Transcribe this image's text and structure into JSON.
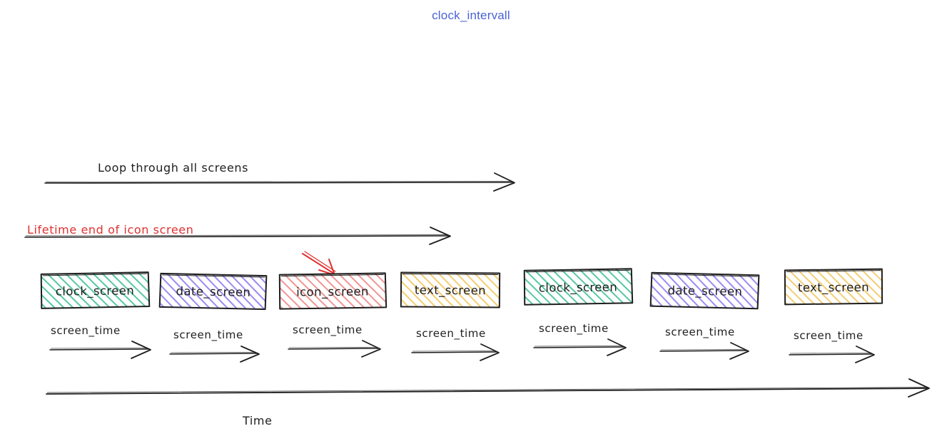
{
  "title": "clock_intervall",
  "title_color": "#4a62d8",
  "annotations": [
    {
      "text": "Loop through all screens",
      "color": "#1e1e1e",
      "name": "loop-annotation"
    },
    {
      "text": "Lifetime end of icon screen",
      "color": "#e03131",
      "name": "lifetime-annotation"
    }
  ],
  "axis": {
    "label": "Time"
  },
  "screen_time_label": "screen_time",
  "screens": [
    {
      "label": "clock_screen",
      "color": "#2f9e74",
      "fill": "#69db9d"
    },
    {
      "label": "date_screen",
      "color": "#5f3dc4",
      "fill": "#9e8bf0"
    },
    {
      "label": "icon_screen",
      "color": "#e03131",
      "fill": "#f08c8c"
    },
    {
      "label": "text_screen",
      "color": "#e0a030",
      "fill": "#f5c96b"
    },
    {
      "label": "clock_screen",
      "color": "#2f9e74",
      "fill": "#69db9d"
    },
    {
      "label": "date_screen",
      "color": "#5f3dc4",
      "fill": "#9e8bf0"
    },
    {
      "label": "text_screen",
      "color": "#e0a030",
      "fill": "#f5c96b"
    }
  ],
  "screen_times": [
    "screen_time",
    "screen_time",
    "screen_time",
    "screen_time",
    "screen_time",
    "screen_time",
    "screen_time"
  ],
  "pointer": {
    "name": "red-arrow-pointer",
    "color": "#e03131",
    "target": "icon_screen"
  }
}
